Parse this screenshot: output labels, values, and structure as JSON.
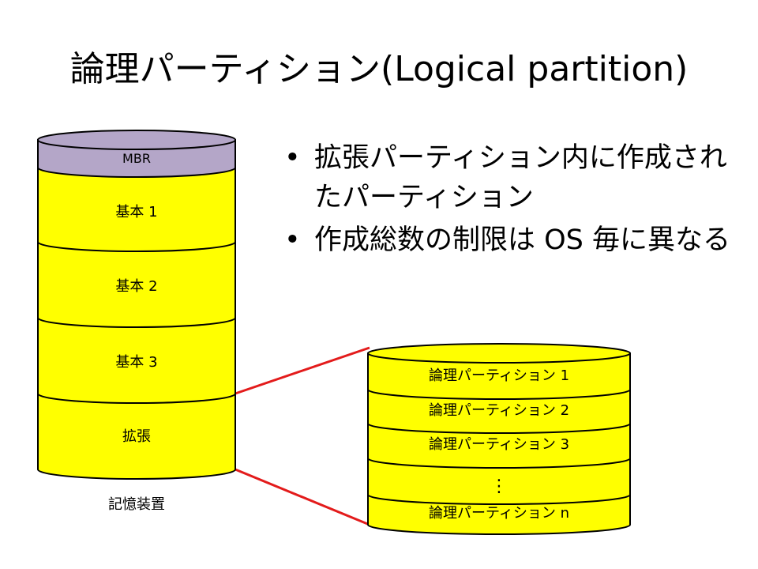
{
  "title": "論理パーティション(Logical partition)",
  "bullets": [
    "拡張パーティション内に作成されたパーティション",
    "作成総数の制限は OS 毎に異なる"
  ],
  "storage": {
    "label": "記憶装置",
    "segments": [
      "MBR",
      "基本 1",
      "基本 2",
      "基本 3",
      "拡張"
    ]
  },
  "logical": {
    "segments": [
      "論理パーティション 1",
      "論理パーティション 2",
      "論理パーティション 3",
      "⋮",
      "論理パーティション n"
    ]
  },
  "colors": {
    "mbr": "#b4a6c8",
    "partition": "#ffff00",
    "connector": "#e31b1b",
    "outline": "#000000"
  }
}
